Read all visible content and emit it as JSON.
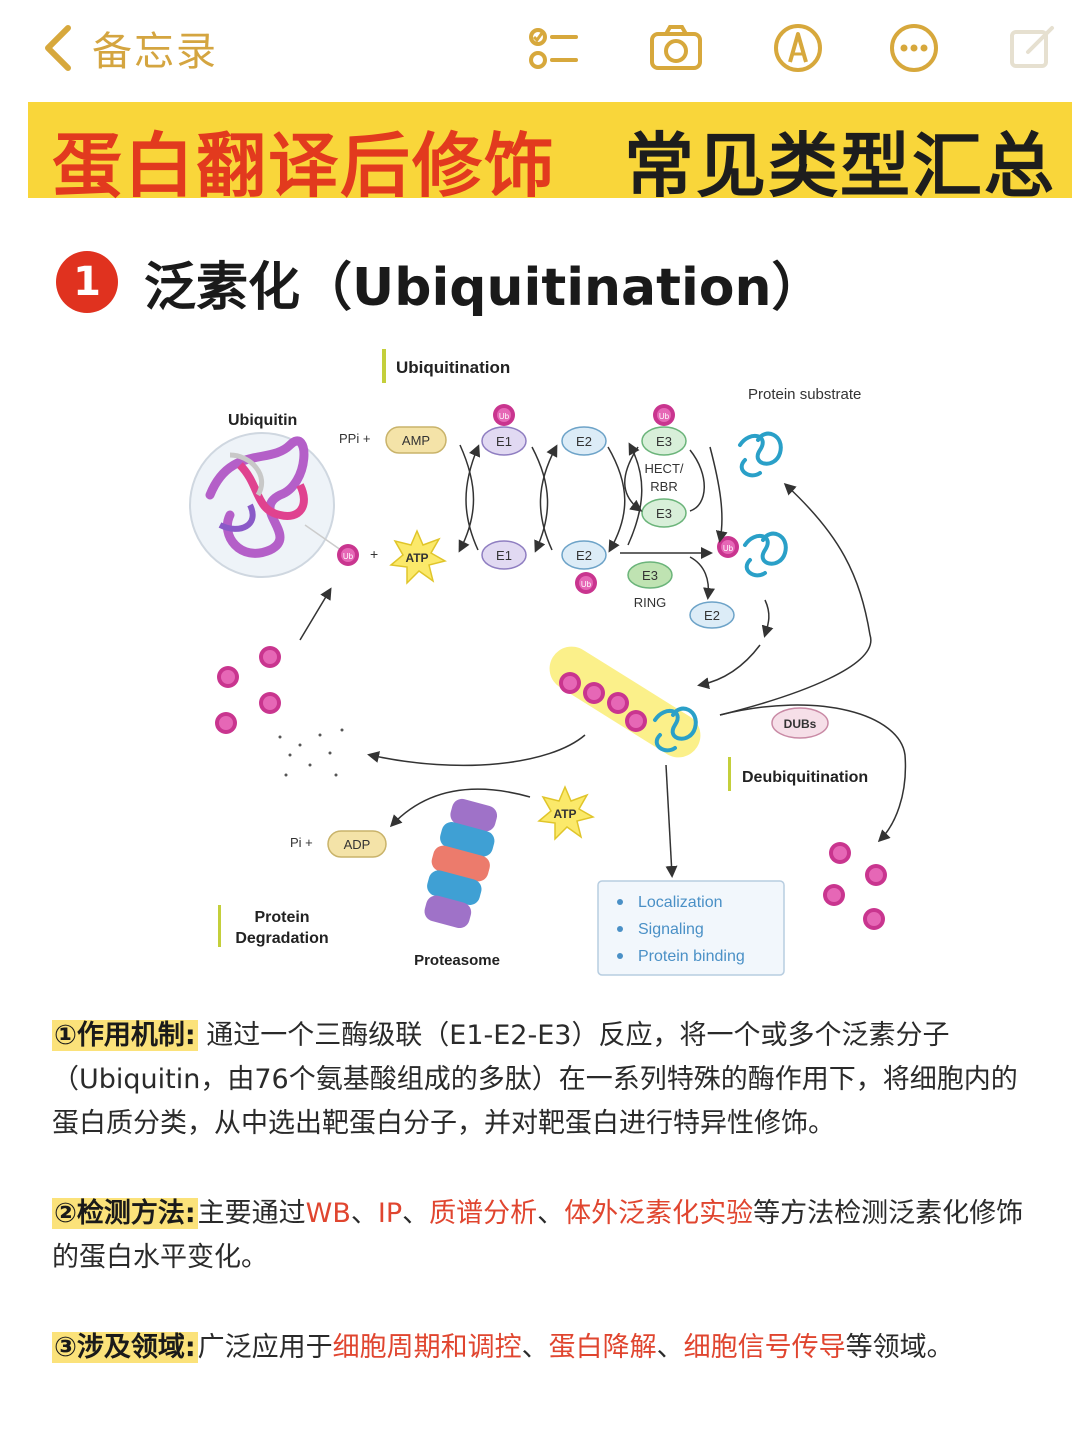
{
  "topbar": {
    "back_label": "备忘录",
    "icons": [
      "checklist-icon",
      "camera-icon",
      "markup-pen-icon",
      "more-icon",
      "compose-icon"
    ],
    "accent_color": "#d7a83c"
  },
  "title": {
    "part1": "蛋白翻译后修饰",
    "part2": "常见类型汇总",
    "banner_color": "#f9d63a",
    "red_color": "#e23a1e"
  },
  "section": {
    "number": "1",
    "heading": "泛素化（Ubiquitination）"
  },
  "diagram": {
    "title": "Ubiquitination",
    "ubiquitin": "Ubiquitin",
    "ppi": "PPi +",
    "amp": "AMP",
    "atp": "ATP",
    "ub": "Ub",
    "e1": "E1",
    "e2": "E2",
    "e3": "E3",
    "hect": "HECT/",
    "rbr": "RBR",
    "ring": "RING",
    "protein_substrate": "Protein substrate",
    "dubs": "DUBs",
    "deubiquitination": "Deubiquitination",
    "pi": "Pi +",
    "adp": "ADP",
    "protein_degradation_1": "Protein",
    "protein_degradation_2": "Degradation",
    "proteasome": "Proteasome",
    "outcomes": [
      "Localization",
      "Signaling",
      "Protein binding"
    ]
  },
  "mechanism": {
    "label": "①作用机制:",
    "text": "通过一个三酶级联（E1-E2-E3）反应，将一个或多个泛素分子（Ubiquitin，由76个氨基酸组成的多肽）在一系列特殊的酶作用下，将细胞内的蛋白质分类，从中选出靶蛋白分子，并对靶蛋白进行特异性修饰。"
  },
  "detection": {
    "label": "②检测方法:",
    "prefix": "主要通过",
    "m1": "WB",
    "sep": "、",
    "m2": "IP",
    "m3": "质谱分析",
    "m4": "体外泛素化实验",
    "suffix": "等方法检测泛素化修饰的蛋白水平变化。"
  },
  "fields": {
    "label": "③涉及领域:",
    "prefix": "广泛应用于",
    "f1": "细胞周期和调控",
    "sep": "、",
    "f2": "蛋白降解",
    "f3": "细胞信号传导",
    "suffix": "等领域。"
  }
}
